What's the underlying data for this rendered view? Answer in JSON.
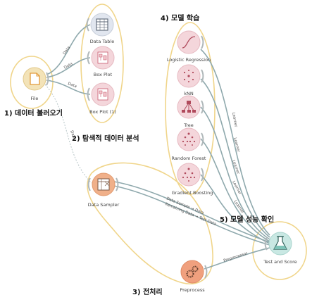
{
  "sections": {
    "load": "1) 데이터 불러오기",
    "explore": "2) 탐색적 데이터 분석",
    "preprocess": "3) 전처리",
    "train": "4) 모델 학습",
    "evaluate": "5) 모델 성능 확인"
  },
  "nodes": {
    "file": "File",
    "data_table": "Data Table",
    "box_plot": "Box Plot",
    "box_plot_1": "Box Plot (1)",
    "data_sampler": "Data Sampler",
    "preprocess": "Preprocess",
    "logistic_regression": "Logistic Regression",
    "knn": "kNN",
    "tree": "Tree",
    "random_forest": "Random Forest",
    "gradient_boosting": "Gradient Boosting",
    "test_and_score": "Test and Score"
  },
  "edges": {
    "file_table": "Data",
    "file_box": "Data",
    "file_box1": "Data",
    "file_sampler": "Data",
    "sampler_test": "Data Sample → Data",
    "sampler_test2": "Remaining Data → Test Data",
    "preprocess_test": "Preprocessor",
    "learner_1": "Learner",
    "learner_2": "Learner",
    "learner_3": "Learner",
    "learner_4": "Learner",
    "learner_5": "Learner"
  },
  "colors": {
    "group_outline": "#f0d58a",
    "node_blue": "#bcd3ea",
    "node_pink": "#f2c6cd",
    "node_orange": "#f0b08a",
    "node_teal": "#bfe3de",
    "link": "#8fa9ad"
  }
}
